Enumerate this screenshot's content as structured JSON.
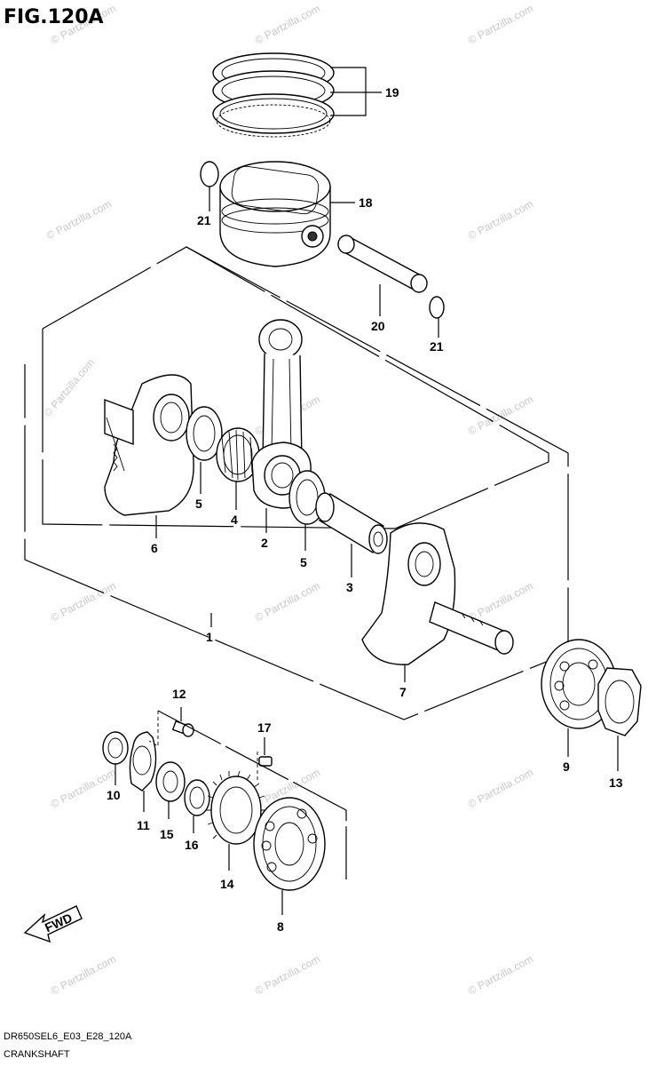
{
  "figure": {
    "title": "FIG.120A",
    "code": "DR650SEL6_E03_E28_120A",
    "name": "CRANKSHAFT"
  },
  "watermark": "© Partzilla.com",
  "fwd_label": "FWD",
  "callouts": {
    "c1": "1",
    "c2": "2",
    "c3": "3",
    "c4": "4",
    "c5a": "5",
    "c5b": "5",
    "c6": "6",
    "c7": "7",
    "c8": "8",
    "c9": "9",
    "c10": "10",
    "c11": "11",
    "c12": "12",
    "c13": "13",
    "c14": "14",
    "c15": "15",
    "c16": "16",
    "c17": "17",
    "c18": "18",
    "c19": "19",
    "c20": "20",
    "c21a": "21",
    "c21b": "21"
  },
  "colors": {
    "line": "#000000",
    "watermark": "#c8c8c8",
    "background": "#ffffff"
  }
}
